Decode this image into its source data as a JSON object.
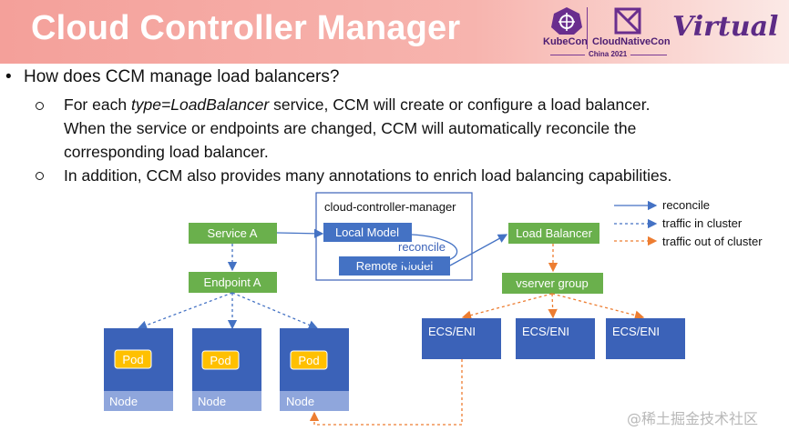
{
  "header": {
    "title": "Cloud Controller Manager",
    "logos": {
      "kubecon": "KubeCon",
      "cloudnativecon": "CloudNativeCon",
      "event": "China 2021",
      "virtual": "Virtual"
    }
  },
  "bullets": {
    "main": "How does CCM manage load balancers?",
    "sub1_pre": "For each ",
    "sub1_em": "type=LoadBalancer",
    "sub1_post": " service, CCM will create or configure a load balancer.",
    "sub1_line2": "When the service or endpoints are changed, CCM will automatically reconcile the",
    "sub1_line3": "corresponding load balancer.",
    "sub2": "In addition, CCM also provides many annotations to enrich load balancing capabilities."
  },
  "diagram": {
    "ccm_title": "cloud-controller-manager",
    "local_model": "Local Model",
    "remote_model": "Remote Model",
    "reconcile_label": "reconcile",
    "service": "Service A",
    "endpoint": "Endpoint A",
    "load_balancer": "Load Balancer",
    "vserver_group": "vserver group",
    "pod_label": "Pod",
    "node_label": "Node",
    "ecs_label": "ECS/ENI",
    "legend": {
      "reconcile": "reconcile",
      "in_cluster": "traffic in cluster",
      "out_cluster": "traffic out of cluster"
    },
    "colors": {
      "green": "#6ab04c",
      "blue": "#4472c4",
      "node_blue": "#3b62b8",
      "node_footer": "#8fa6dc",
      "pod_yellow": "#ffc000",
      "arrow_blue": "#4472c4",
      "arrow_orange": "#ed7d31"
    }
  },
  "watermark": "@稀土掘金技术社区"
}
